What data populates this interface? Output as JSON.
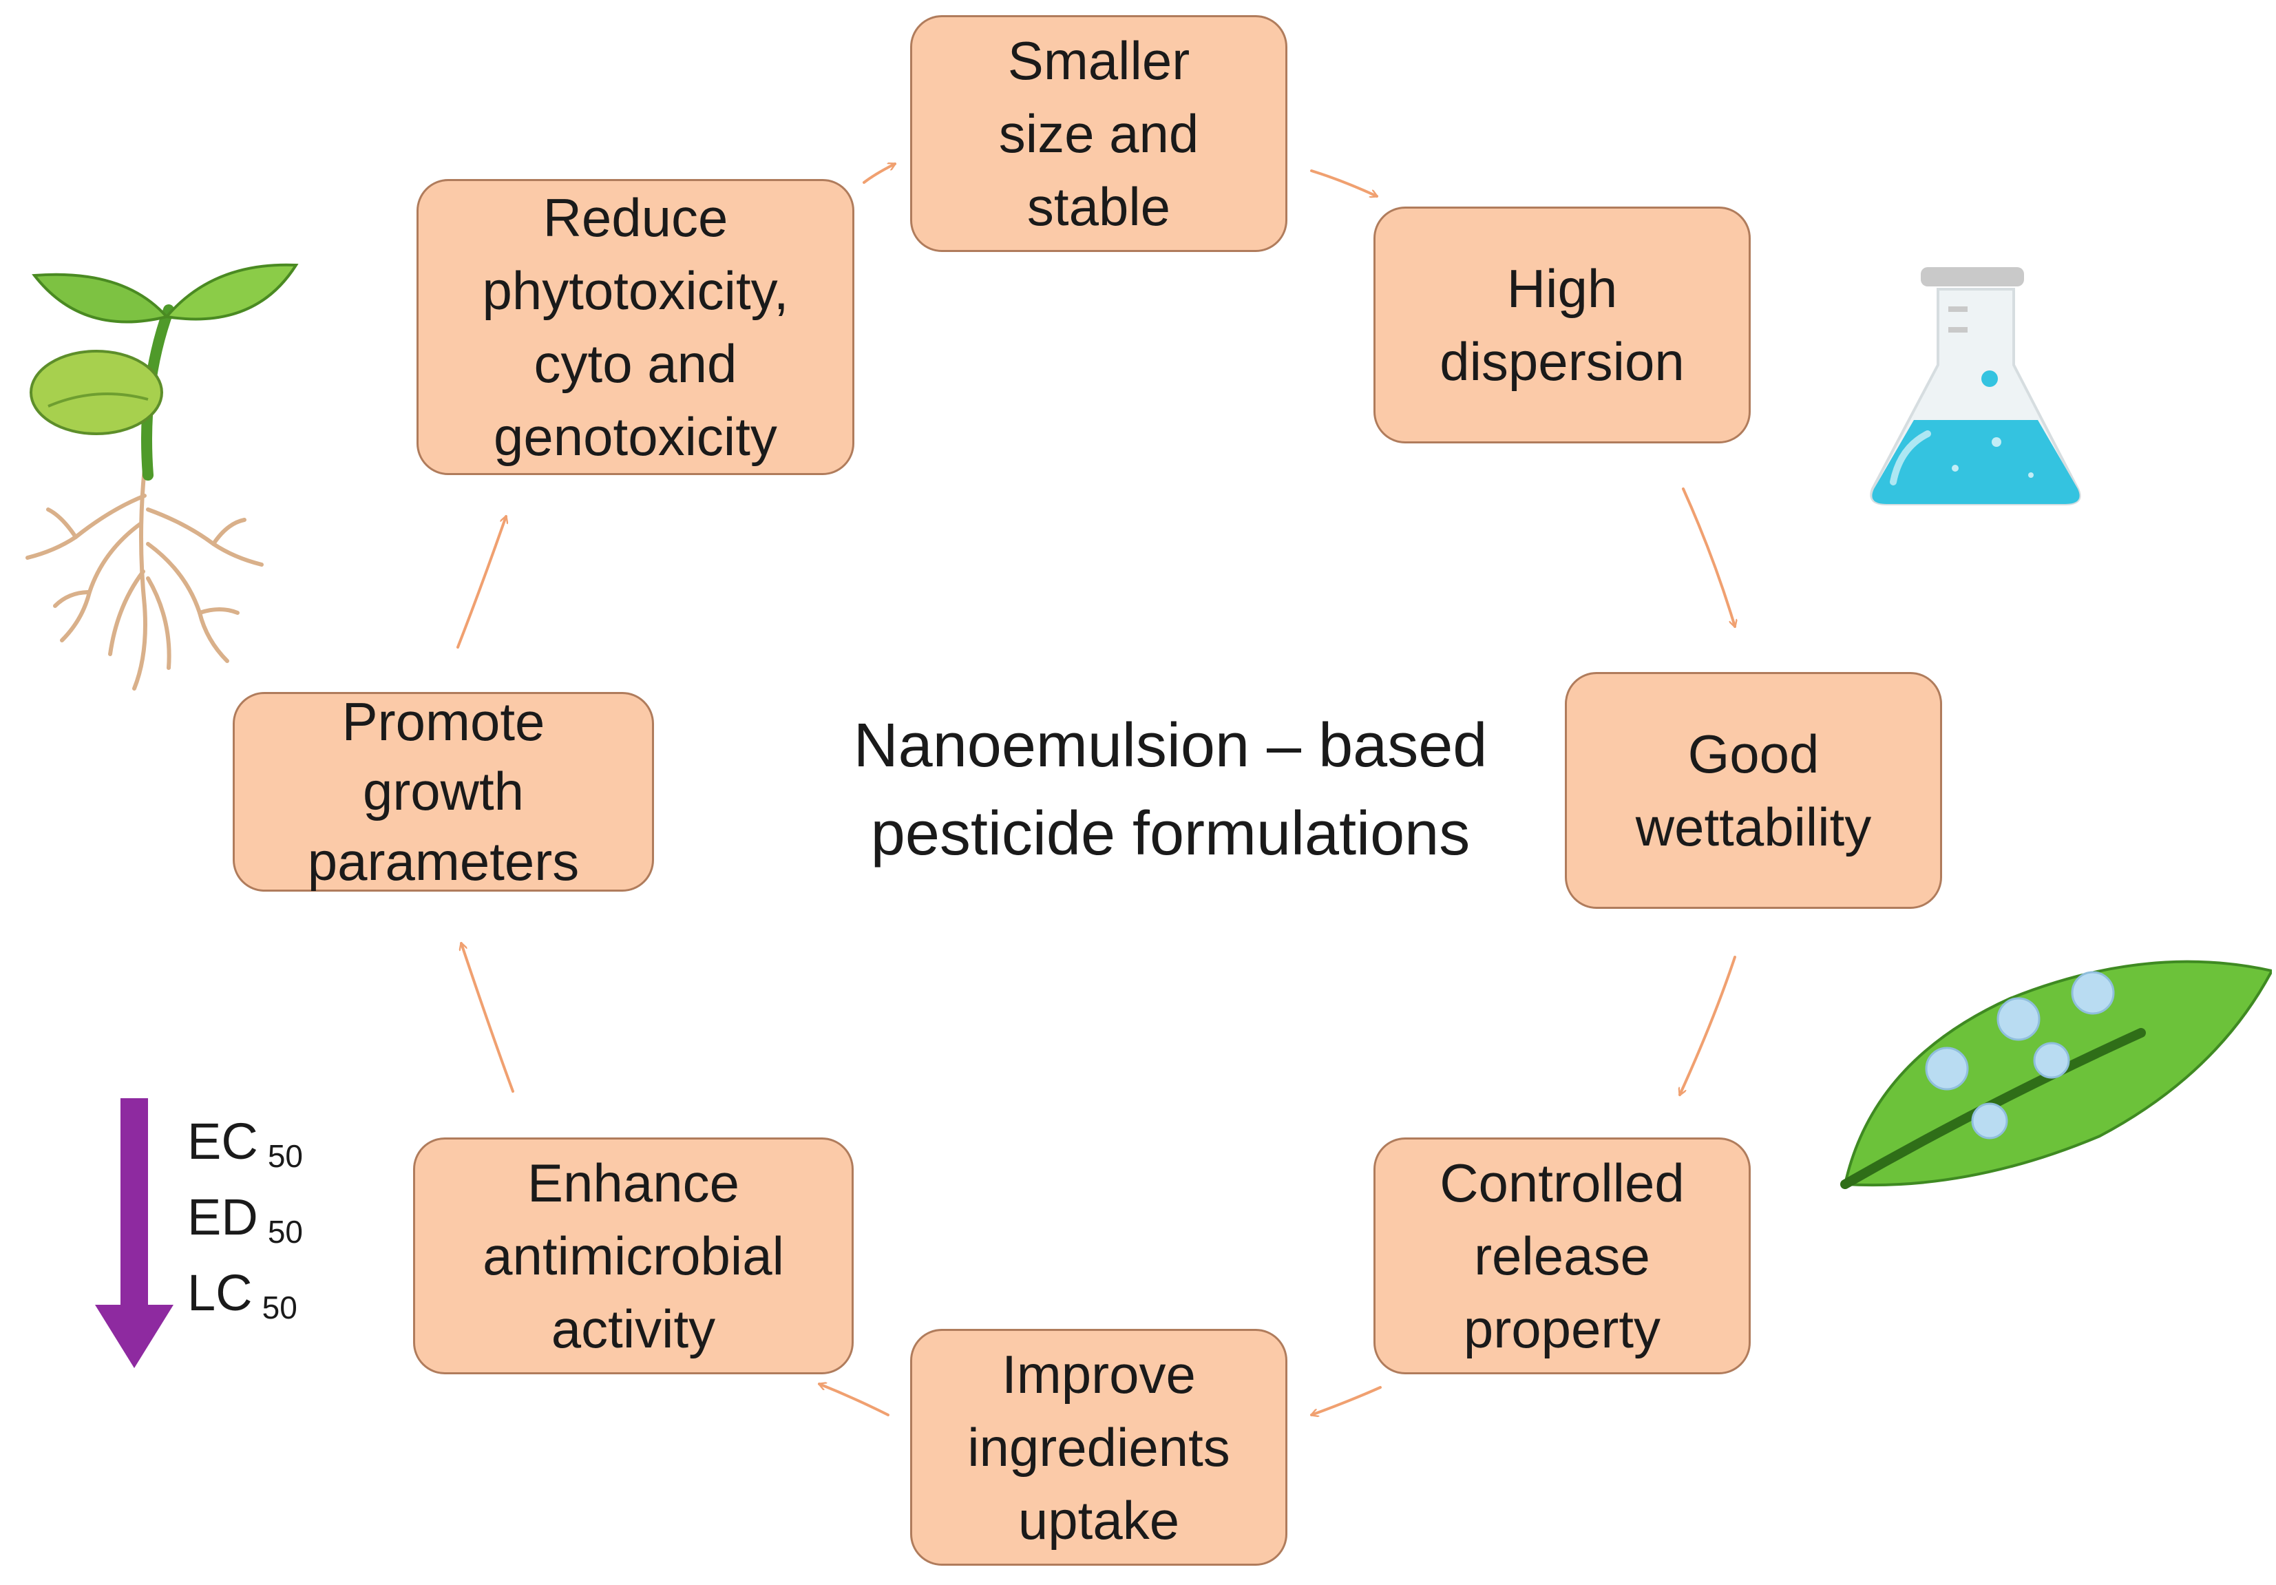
{
  "title": [
    "Nanoemulsion – based",
    "pesticide formulations"
  ],
  "nodes": {
    "smaller_size": [
      "Smaller",
      "size and",
      "stable"
    ],
    "high_dispersion": [
      "High",
      "dispersion"
    ],
    "good_wettability": [
      "Good",
      "wettability"
    ],
    "controlled_release": [
      "Controlled",
      "release",
      "property"
    ],
    "improve_uptake": [
      "Improve",
      "ingredients",
      "uptake"
    ],
    "enhance_antimicrobial": [
      "Enhance",
      "antimicrobial",
      "activity"
    ],
    "promote_growth": [
      "Promote",
      "growth",
      "parameters"
    ],
    "reduce_toxicity": [
      "Reduce",
      "phytotoxicity,",
      "cyto and",
      "genotoxicity"
    ]
  },
  "metrics": [
    {
      "label": "EC",
      "sub": "50"
    },
    {
      "label": "ED",
      "sub": "50"
    },
    {
      "label": "LC",
      "sub": "50"
    }
  ],
  "colors": {
    "node_fill": "#fbcaa8",
    "node_border": "#b07c5c",
    "arrow": "#f0a070",
    "down_arrow": "#8e2aa0"
  },
  "icons": [
    "plant-seedling-icon",
    "flask-icon",
    "leaf-droplets-icon",
    "down-arrow-icon"
  ]
}
